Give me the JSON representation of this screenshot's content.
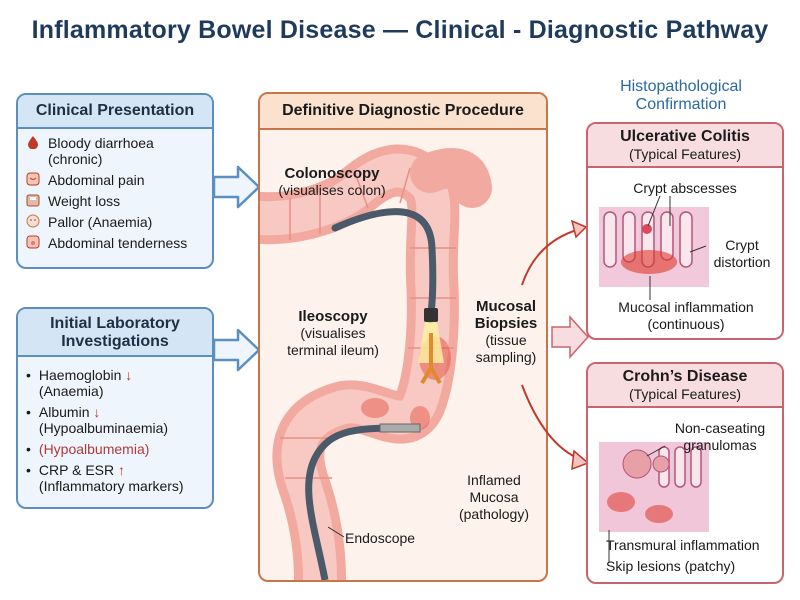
{
  "title": "Inflammatory Bowel Disease — Clinical - Diagnostic Pathway",
  "clinical": {
    "heading": "Clinical Presentation",
    "items": [
      {
        "icon": "blood-drop-icon",
        "text": "Bloody diarrhoea",
        "sub": "(chronic)"
      },
      {
        "icon": "abdomen-icon",
        "text": "Abdominal pain",
        "sub": ""
      },
      {
        "icon": "scale-icon",
        "text": "Weight loss",
        "sub": ""
      },
      {
        "icon": "pale-face-icon",
        "text": "Pallor (Anaemia)",
        "sub": ""
      },
      {
        "icon": "tender-abdomen-icon",
        "text": "Abdominal tenderness",
        "sub": ""
      }
    ]
  },
  "labs": {
    "heading_line1": "Initial Laboratory",
    "heading_line2": "Investigations",
    "items": [
      {
        "text": "Haemoglobin",
        "arrow": "↓",
        "sub": "(Anaemia)"
      },
      {
        "text": "Albumin",
        "arrow": "↓",
        "sub": "(Hypoalbuminaemia)"
      },
      {
        "text": "(Hypoalbumemia)",
        "arrow": "",
        "sub": ""
      },
      {
        "text": "CRP & ESR",
        "arrow": "↑",
        "sub": "(Inflammatory markers)"
      }
    ]
  },
  "procedure": {
    "heading": "Definitive Diagnostic Procedure",
    "colonoscopy": "Colonoscopy",
    "colonoscopy_sub": "(visualises colon)",
    "ileoscopy": "Ileoscopy",
    "ileoscopy_sub1": "(visualises",
    "ileoscopy_sub2": "terminal ileum)",
    "biopsy1": "Mucosal",
    "biopsy2": "Biopsies",
    "biopsy_sub1": "(tissue",
    "biopsy_sub2": "sampling)",
    "inflamed1": "Inflamed",
    "inflamed2": "Mucosa",
    "inflamed3": "(pathology)",
    "endoscope": "Endoscope"
  },
  "histo": {
    "heading1": "Histopathological",
    "heading2": "Confirmation"
  },
  "uc": {
    "title": "Ulcerative Colitis",
    "subtitle": "(Typical Features)",
    "crypt_abscesses": "Crypt abscesses",
    "crypt_distortion1": "Crypt",
    "crypt_distortion2": "distortion",
    "mucosal1": "Mucosal inflammation",
    "mucosal2": "(continuous)"
  },
  "crohn": {
    "title": "Crohn’s Disease",
    "subtitle": "(Typical Features)",
    "granulomas1": "Non-caseating",
    "granulomas2": "granulomas",
    "transmural": "Transmural inflammation",
    "skip": "Skip lesions (patchy)"
  },
  "colors": {
    "blue_border": "#5b8fbf",
    "orange_border": "#c9754a",
    "pink_border": "#c9646e",
    "red_arrow": "#c0392b"
  }
}
